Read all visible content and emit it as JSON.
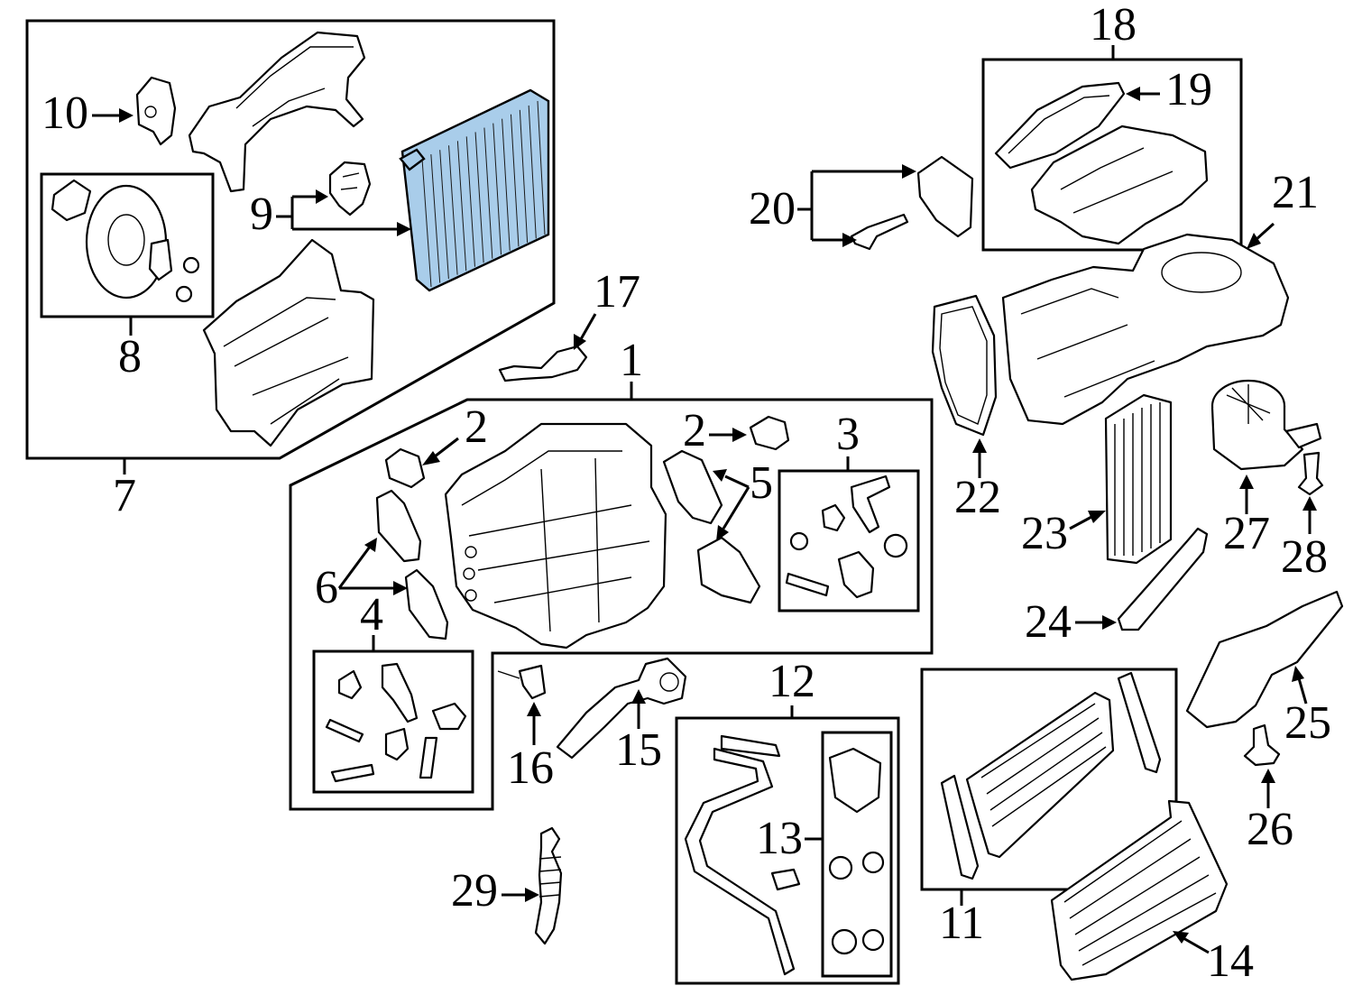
{
  "callouts": [
    {
      "id": "1",
      "text": "1"
    },
    {
      "id": "2a",
      "text": "2"
    },
    {
      "id": "2b",
      "text": "2"
    },
    {
      "id": "3",
      "text": "3"
    },
    {
      "id": "4",
      "text": "4"
    },
    {
      "id": "5",
      "text": "5"
    },
    {
      "id": "6",
      "text": "6"
    },
    {
      "id": "7",
      "text": "7"
    },
    {
      "id": "8",
      "text": "8"
    },
    {
      "id": "9",
      "text": "9"
    },
    {
      "id": "10",
      "text": "10"
    },
    {
      "id": "11",
      "text": "11"
    },
    {
      "id": "12",
      "text": "12"
    },
    {
      "id": "13",
      "text": "13"
    },
    {
      "id": "14",
      "text": "14"
    },
    {
      "id": "15",
      "text": "15"
    },
    {
      "id": "16",
      "text": "16"
    },
    {
      "id": "17",
      "text": "17"
    },
    {
      "id": "18",
      "text": "18"
    },
    {
      "id": "19",
      "text": "19"
    },
    {
      "id": "20",
      "text": "20"
    },
    {
      "id": "21",
      "text": "21"
    },
    {
      "id": "22",
      "text": "22"
    },
    {
      "id": "23",
      "text": "23"
    },
    {
      "id": "24",
      "text": "24"
    },
    {
      "id": "25",
      "text": "25"
    },
    {
      "id": "26",
      "text": "26"
    },
    {
      "id": "27",
      "text": "27"
    },
    {
      "id": "28",
      "text": "28"
    },
    {
      "id": "29",
      "text": "29"
    }
  ],
  "highlight_color": "#a9cdea",
  "highlighted_part": "9"
}
